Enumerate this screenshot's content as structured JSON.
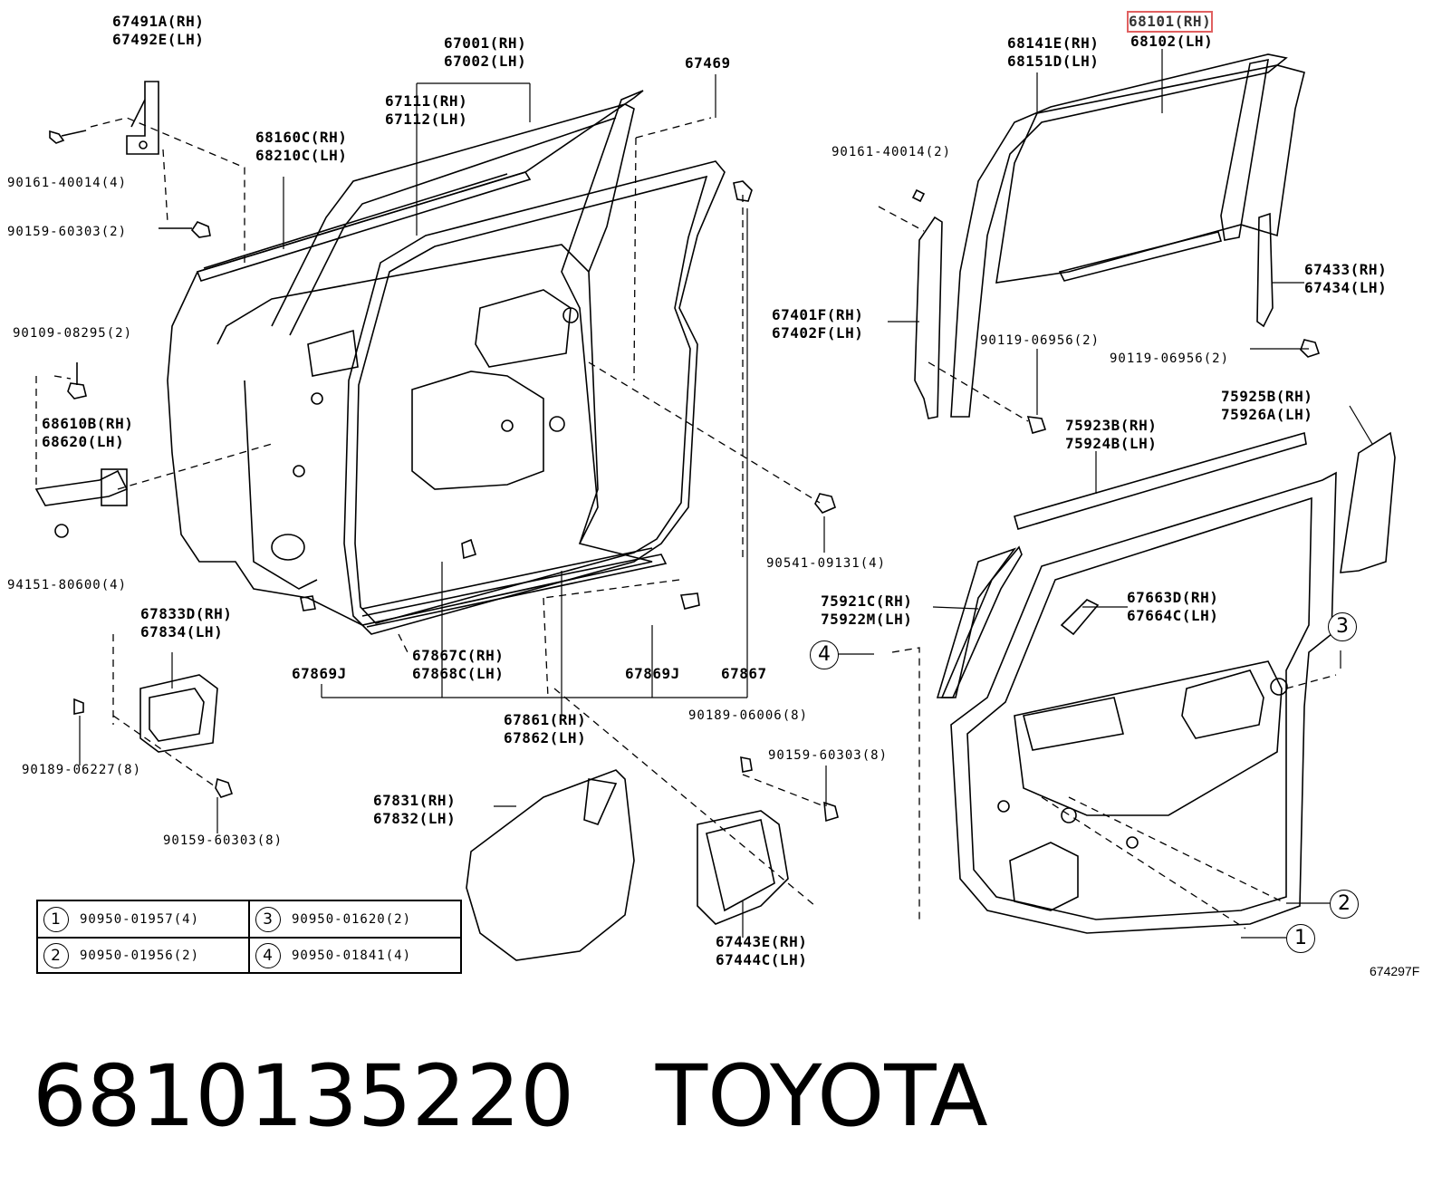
{
  "labels": {
    "l67491": "67491A(RH)\n67492E(LH)",
    "l67001": "67001(RH)\n67002(LH)",
    "l67469": "67469",
    "l67111": "67111(RH)\n67112(LH)",
    "l68160": "68160C(RH)\n68210C(LH)",
    "l90161a": "90161-40014(4)",
    "l90159a": "90159-60303(2)",
    "l90109": "90109-08295(2)",
    "l68610": "68610B(RH)\n68620(LH)",
    "l94151": "94151-80600(4)",
    "l67833": "67833D(RH)\n67834(LH)",
    "l67869a": "67869J",
    "l67867c": "67867C(RH)\n67868C(LH)",
    "l67869b": "67869J",
    "l67867": "67867",
    "l90189a": "90189-06227(8)",
    "l67861": "67861(RH)\n67862(LH)",
    "l90541": "90541-09131(4)",
    "l90159b": "90159-60303(8)",
    "l90189b": "90189-06006(8)",
    "l90159c": "90159-60303(8)",
    "l67831": "67831(RH)\n67832(LH)",
    "l67443": "67443E(RH)\n67444C(LH)",
    "l68101rh": "68101(RH)",
    "l68102": "68102(LH)",
    "l68141": "68141E(RH)\n68151D(LH)",
    "l90161b": "90161-40014(2)",
    "l67433": "67433(RH)\n67434(LH)",
    "l67401": "67401F(RH)\n67402F(LH)",
    "l90119a": "90119-06956(2)",
    "l90119b": "90119-06956(2)",
    "l75925": "75925B(RH)\n75926A(LH)",
    "l75923": "75923B(RH)\n75924B(LH)",
    "l75921": "75921C(RH)\n75922M(LH)",
    "l67663": "67663D(RH)\n67664C(LH)"
  },
  "callouts": {
    "c4": "4",
    "c3": "3",
    "c2": "2",
    "c1": "1"
  },
  "legend": [
    {
      "num": "1",
      "part": "90950-01957(4)"
    },
    {
      "num": "3",
      "part": "90950-01620(2)"
    },
    {
      "num": "2",
      "part": "90950-01956(2)"
    },
    {
      "num": "4",
      "part": "90950-01841(4)"
    }
  ],
  "reference": "674297F",
  "part_number": "6810135220",
  "brand": "TOYOTA"
}
